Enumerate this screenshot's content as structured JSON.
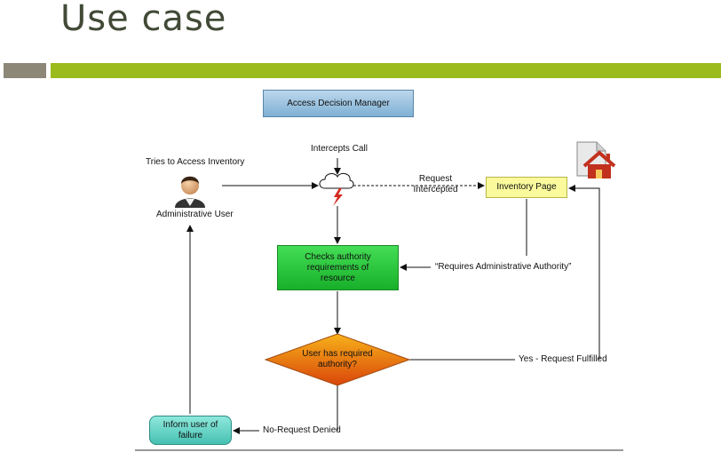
{
  "slide": {
    "title": "Use case"
  },
  "diagram": {
    "nodes": {
      "access_decision_manager": "Access Decision Manager",
      "inventory_page": "Inventory Page",
      "checks_authority": "Checks authority requirements of resource",
      "decision": "User has required authority?",
      "inform_user": "Inform user of failure",
      "actor": "Administrative User"
    },
    "labels": {
      "tries_to_access": "Tries to Access Inventory",
      "intercepts_call": "Intercepts Call",
      "request_intercepted": "Request Intercepted",
      "requires_admin": "“Requires Administrative Authority”",
      "yes_fulfilled": "Yes - Request Fulfilled",
      "no_denied": "No-Request Denied"
    },
    "colors": {
      "title": "#414a36",
      "accent_bar": "#9bbb1c",
      "side_bar": "#8d8778",
      "adm_box": "#7fb0d4",
      "inventory_box": "#fafa9c",
      "check_box": "#18b02a",
      "decision": "#f07a0a",
      "inform_box": "#46c1b2"
    }
  }
}
